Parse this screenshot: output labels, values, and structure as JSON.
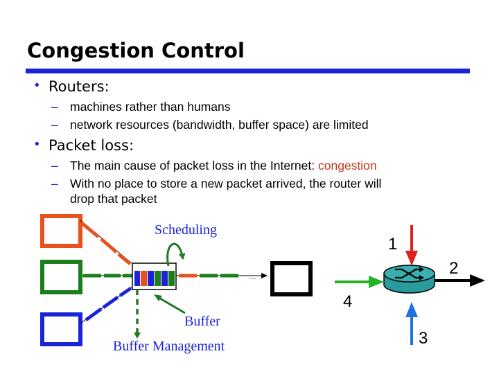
{
  "slide": {
    "title": "Congestion Control",
    "bullets": [
      {
        "label": "Routers:",
        "subs": [
          {
            "text": "machines rather than humans"
          },
          {
            "text": "network resources (bandwidth, buffer space) are limited"
          }
        ]
      },
      {
        "label": "Packet loss:",
        "subs": [
          {
            "text": "The main cause of packet loss in the Internet: ",
            "highlight": "congestion"
          },
          {
            "text": "With no place to store a new packet arrived, the router will",
            "cont": "drop that packet"
          }
        ]
      }
    ]
  },
  "diagram": {
    "labels": {
      "scheduling": "Scheduling",
      "buffer": "Buffer",
      "buffer_management": "Buffer Management",
      "ellipsis": "...."
    },
    "router_ports": [
      "1",
      "2",
      "3",
      "4"
    ]
  },
  "colors": {
    "accent_blue": "#1c22d6",
    "flow_orange": "#e8501c",
    "flow_green": "#1a7f1a",
    "flow_blue": "#1c22d6",
    "queue_green": "#1f7a25",
    "router_teal": "#2a9b9c",
    "arrow_red": "#e02020",
    "arrow_green": "#25b125",
    "arrow_blue": "#2070e0",
    "highlight_red": "#c8351c"
  }
}
